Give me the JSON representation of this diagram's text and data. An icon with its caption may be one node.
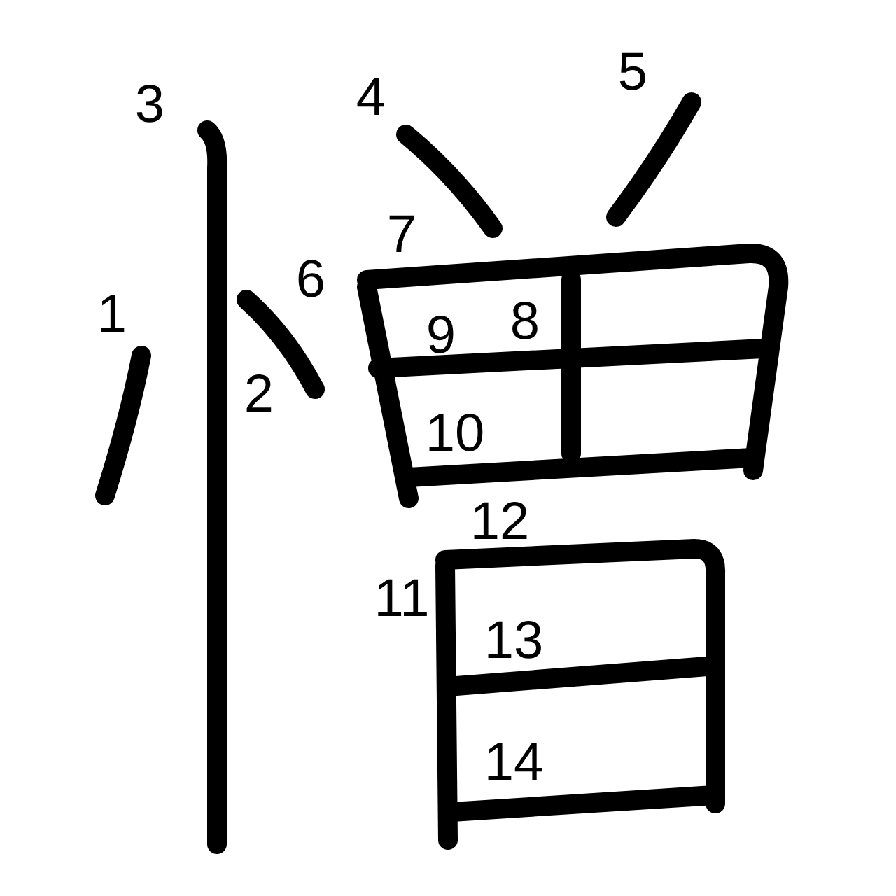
{
  "diagram": {
    "labels": [
      "1",
      "2",
      "3",
      "4",
      "5",
      "6",
      "7",
      "8",
      "9",
      "10",
      "11",
      "12",
      "13",
      "14"
    ]
  }
}
